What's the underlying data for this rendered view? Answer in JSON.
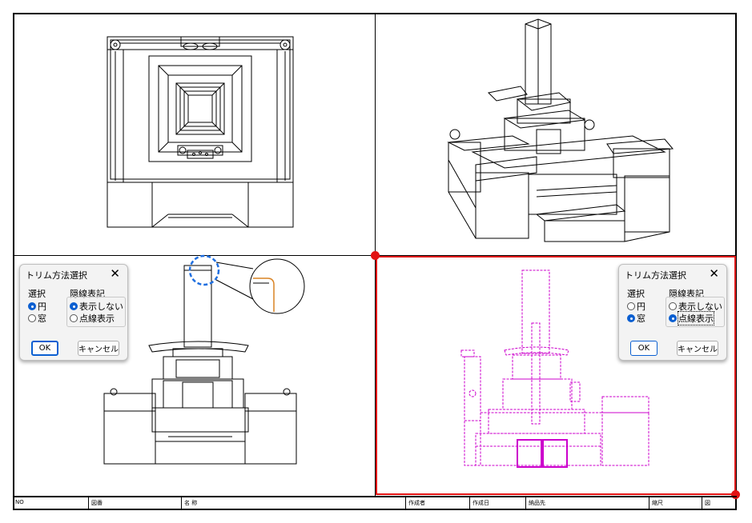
{
  "titleblock": {
    "no_label": "NO",
    "drawing_no": "図番",
    "name_label": "名 称",
    "author_label": "作成者",
    "date_label": "作成日",
    "dest_label": "納品先",
    "scale_label": "縮尺",
    "unit_label": "図"
  },
  "dialog_left": {
    "title": "トリム方法選択",
    "close": "✕",
    "select_label": "選択",
    "select_options": [
      "円",
      "窓"
    ],
    "select_value": "円",
    "hidden_label": "隠線表記",
    "hidden_options": [
      "表示しない",
      "点線表示"
    ],
    "hidden_value": "表示しない",
    "ok_label": "OK",
    "cancel_label": "キャンセル"
  },
  "dialog_right": {
    "title": "トリム方法選択",
    "close": "✕",
    "select_label": "選択",
    "select_options": [
      "円",
      "窓"
    ],
    "select_value": "窓",
    "hidden_label": "隠線表記",
    "hidden_options": [
      "表示しない",
      "点線表示"
    ],
    "hidden_value": "点線表示",
    "ok_label": "OK",
    "cancel_label": "キャンセル"
  },
  "colors": {
    "selection": "#e21313",
    "hidden_lines": "#cc00cc",
    "trim_circle": "#1f6fe0",
    "zoom_detail": "#d98324"
  }
}
